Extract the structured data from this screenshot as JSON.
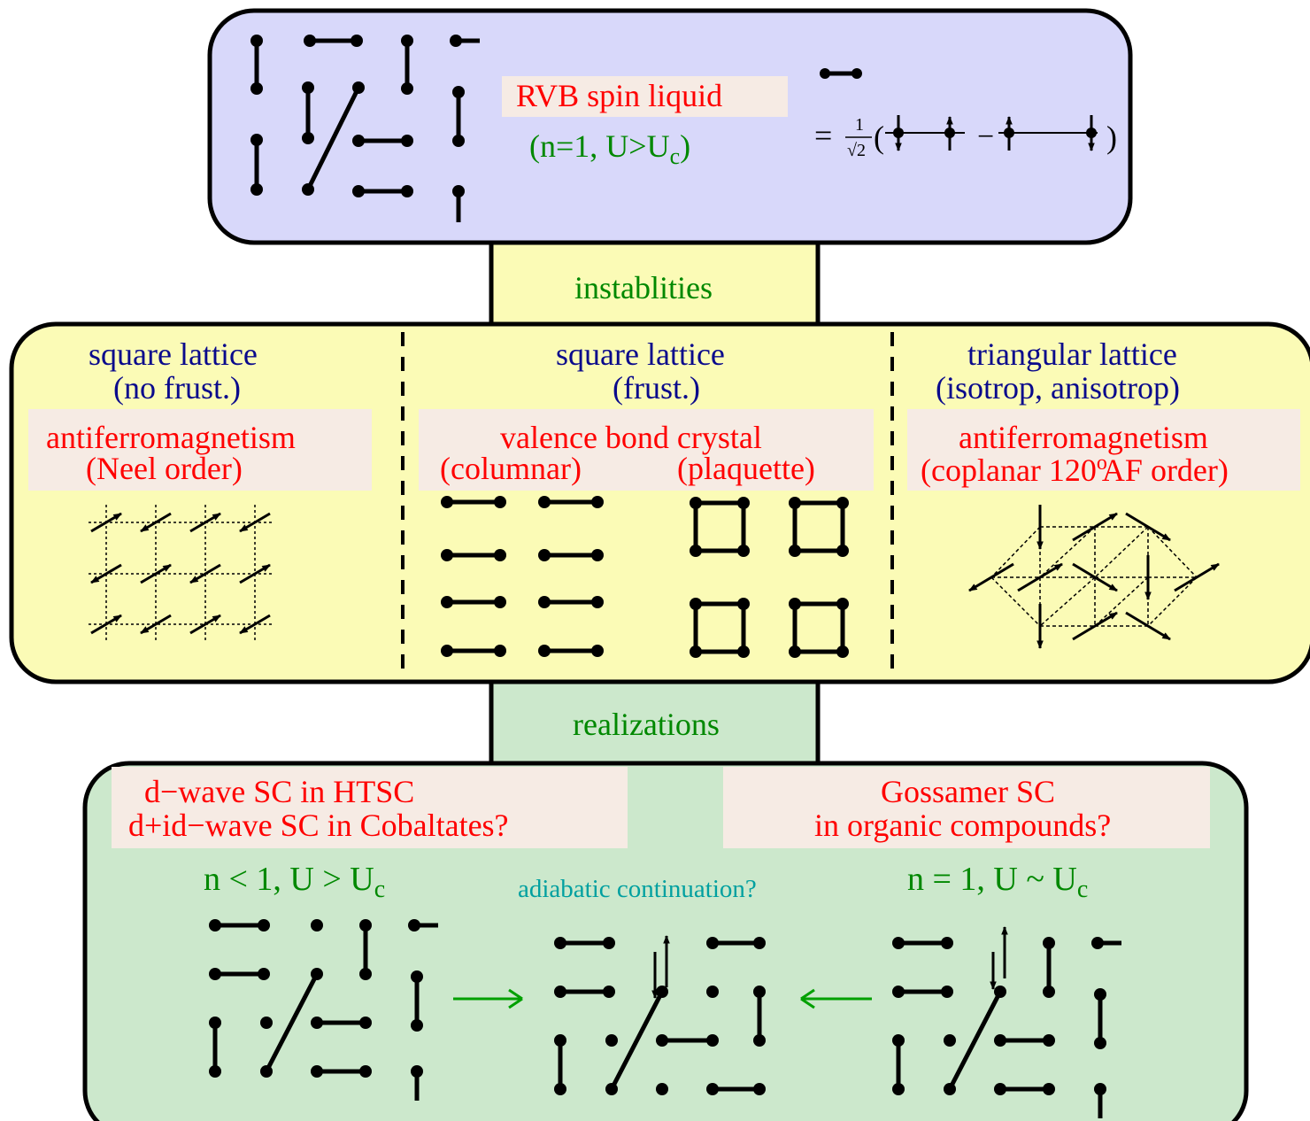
{
  "top": {
    "title": "RVB spin liquid",
    "condition_main": "(n=1, U>U",
    "condition_sub": "c",
    "condition_close": ")",
    "equals": "=",
    "frac_num": "1",
    "frac_den": "√2",
    "paren_open": "(",
    "minus": "−",
    "paren_close": ")"
  },
  "link_instabilities": "instablities",
  "middle": {
    "col1": {
      "header1": "square lattice",
      "header2": "(no frust.)",
      "label1": "antiferromagnetism",
      "label2": "(Neel order)"
    },
    "col2": {
      "header1": "square lattice",
      "header2": "(frust.)",
      "label1": "valence bond crystal",
      "label_left": "(columnar)",
      "label_right": "(plaquette)"
    },
    "col3": {
      "header1": "triangular lattice",
      "header2": "(isotrop, anisotrop)",
      "label1": "antiferromagnetism",
      "label2a": "(coplanar 120",
      "label2sup": "o",
      "label2b": "AF order)"
    }
  },
  "link_realizations": "realizations",
  "bottom": {
    "left_line1": "d−wave SC in HTSC",
    "left_line2": "d+id−wave SC in Cobaltates?",
    "right_line1": "Gossamer SC",
    "right_line2": "in organic compounds?",
    "cond_left_main": "n < 1, U > U",
    "cond_left_sub": "c",
    "cond_right_main": "n = 1, U ~ U",
    "cond_right_sub": "c",
    "adiabatic": "adiabatic continuation?"
  },
  "colors": {
    "top_box": "#d8d8fa",
    "middle_box": "#fbfbb6",
    "bottom_box": "#cce8cc",
    "label_bg": "#f6ebe4",
    "red": "#ff0000",
    "green": "#008800",
    "navy": "#0a0a8c",
    "teal": "#00a0a0"
  }
}
